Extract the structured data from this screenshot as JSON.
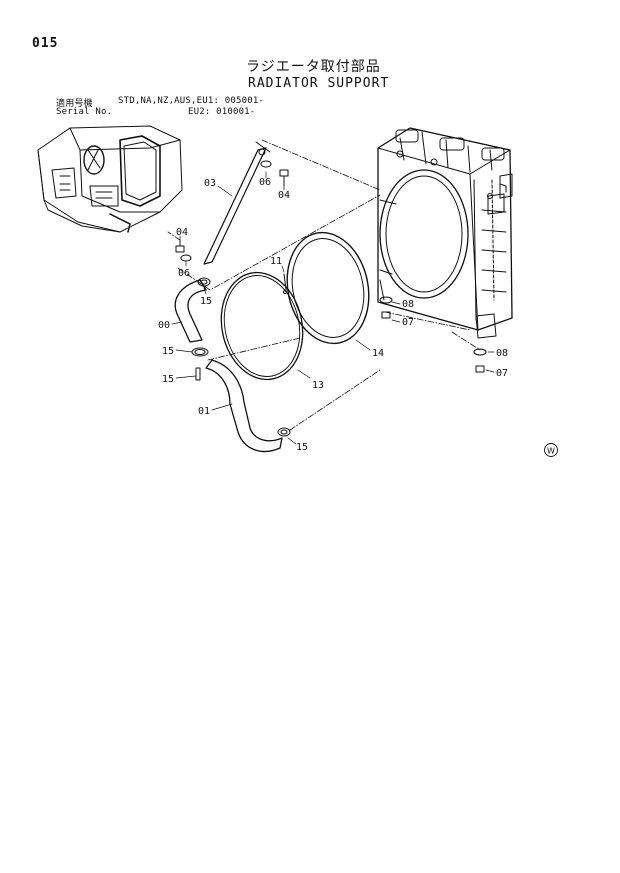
{
  "page": {
    "number": "015",
    "marker": "W"
  },
  "title": {
    "japanese": "ラジエータ取付部品",
    "english": "RADIATOR SUPPORT"
  },
  "serial": {
    "label_jp": "適用号機",
    "label_en": "Serial No.",
    "line1": "STD,NA,NZ,AUS,EU1: 005001-",
    "line2": "EU2: 010001-"
  },
  "callouts": {
    "c03": "03",
    "c06a": "06",
    "c04a": "04",
    "c04b": "04",
    "c06b": "06",
    "c15a": "15",
    "c00": "00",
    "c15b": "15",
    "c15c": "15",
    "c01": "01",
    "c11": "11",
    "c13": "13",
    "c14": "14",
    "c08a": "08",
    "c07a": "07",
    "c08b": "08",
    "c07b": "07",
    "c15d": "15"
  }
}
